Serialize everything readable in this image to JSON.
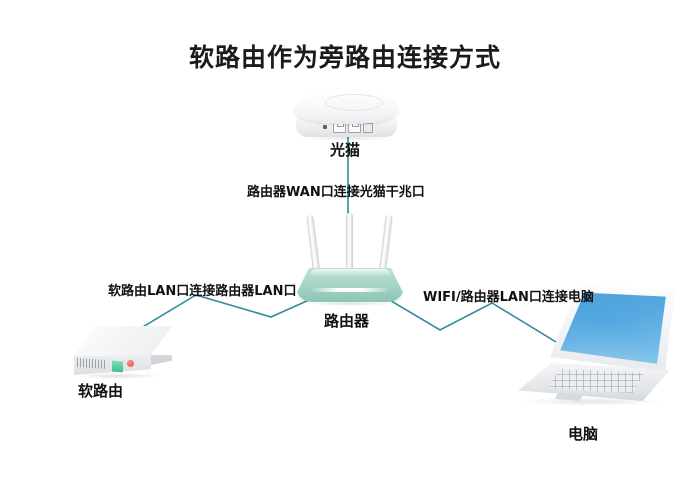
{
  "page": {
    "title": "软路由作为旁路由连接方式",
    "background_color": "#ffffff"
  },
  "colors": {
    "wire": "#2f8b9e",
    "router_body": "#a9d6c9",
    "laptop_screen": "#56a9e0",
    "soft_router_led": "#e8453f",
    "soft_router_port": "#43c08c",
    "text": "#111111"
  },
  "devices": [
    {
      "id": "modem",
      "label": "光猫",
      "icon": "optical-modem-icon"
    },
    {
      "id": "router",
      "label": "路由器",
      "icon": "wifi-router-icon"
    },
    {
      "id": "soft-router",
      "label": "软路由",
      "icon": "soft-router-box-icon"
    },
    {
      "id": "computer",
      "label": "电脑",
      "icon": "laptop-icon"
    }
  ],
  "connections": [
    {
      "id": "modem-to-router",
      "label": "路由器WAN口连接光猫干兆口",
      "from": "router",
      "to": "modem"
    },
    {
      "id": "softrouter-to-router",
      "label": "软路由LAN口连接路由器LAN口",
      "from": "soft-router",
      "to": "router"
    },
    {
      "id": "router-to-computer",
      "label": "WIFI/路由器LAN口连接电脑",
      "from": "router",
      "to": "computer"
    }
  ]
}
